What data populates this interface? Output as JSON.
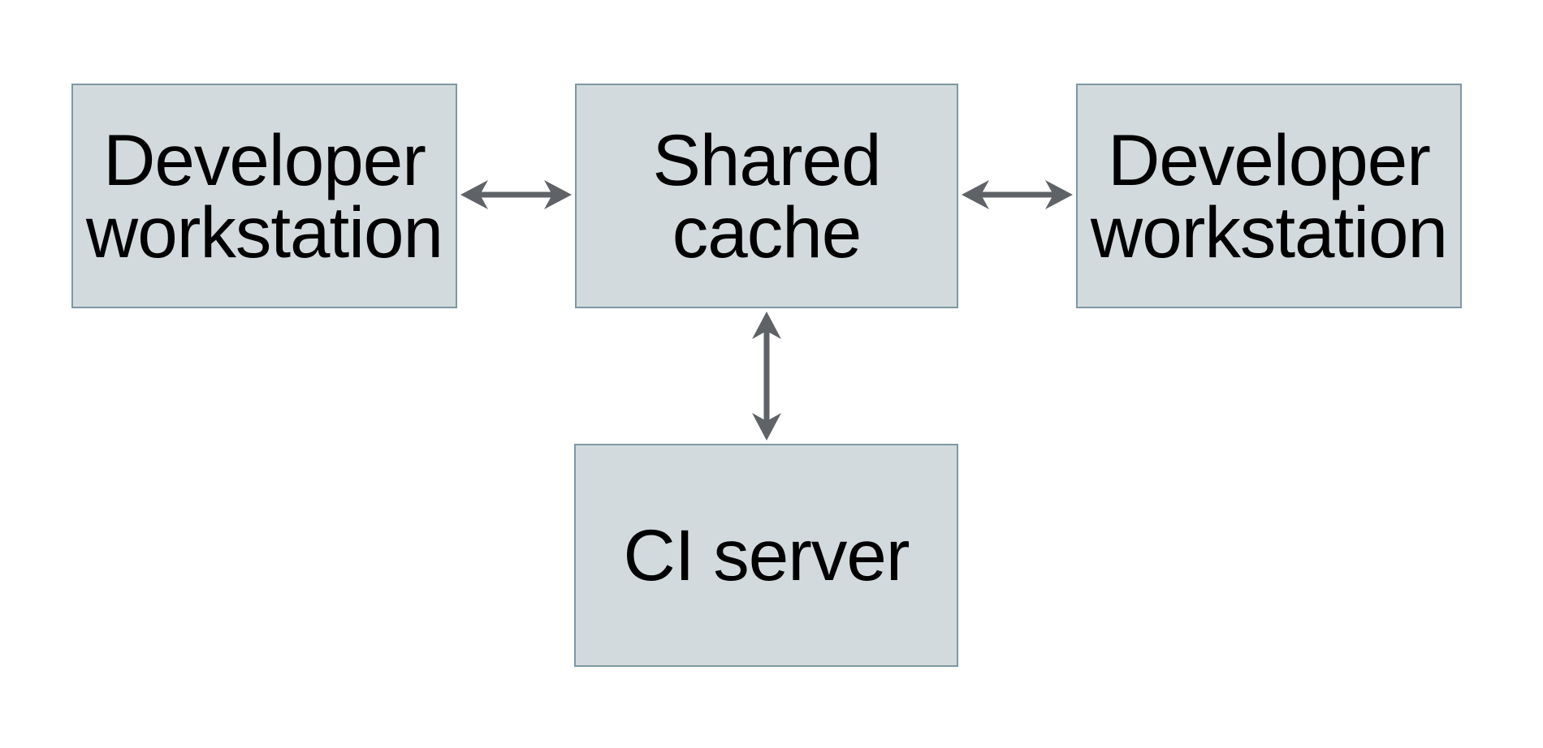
{
  "diagram": {
    "nodes": [
      {
        "id": "developer-workstation-left",
        "label": "Developer workstation"
      },
      {
        "id": "shared-cache",
        "label": "Shared cache"
      },
      {
        "id": "developer-workstation-right",
        "label": "Developer workstation"
      },
      {
        "id": "ci-server",
        "label": "CI server"
      }
    ],
    "edges": [
      {
        "from": "developer-workstation-left",
        "to": "shared-cache",
        "direction": "bidirectional"
      },
      {
        "from": "shared-cache",
        "to": "developer-workstation-right",
        "direction": "bidirectional"
      },
      {
        "from": "shared-cache",
        "to": "ci-server",
        "direction": "bidirectional"
      }
    ],
    "colors": {
      "node_fill": "#d3dadd",
      "node_border": "#7e98a4",
      "arrow": "#5f6368",
      "text": "#000000",
      "background": "#ffffff"
    }
  }
}
